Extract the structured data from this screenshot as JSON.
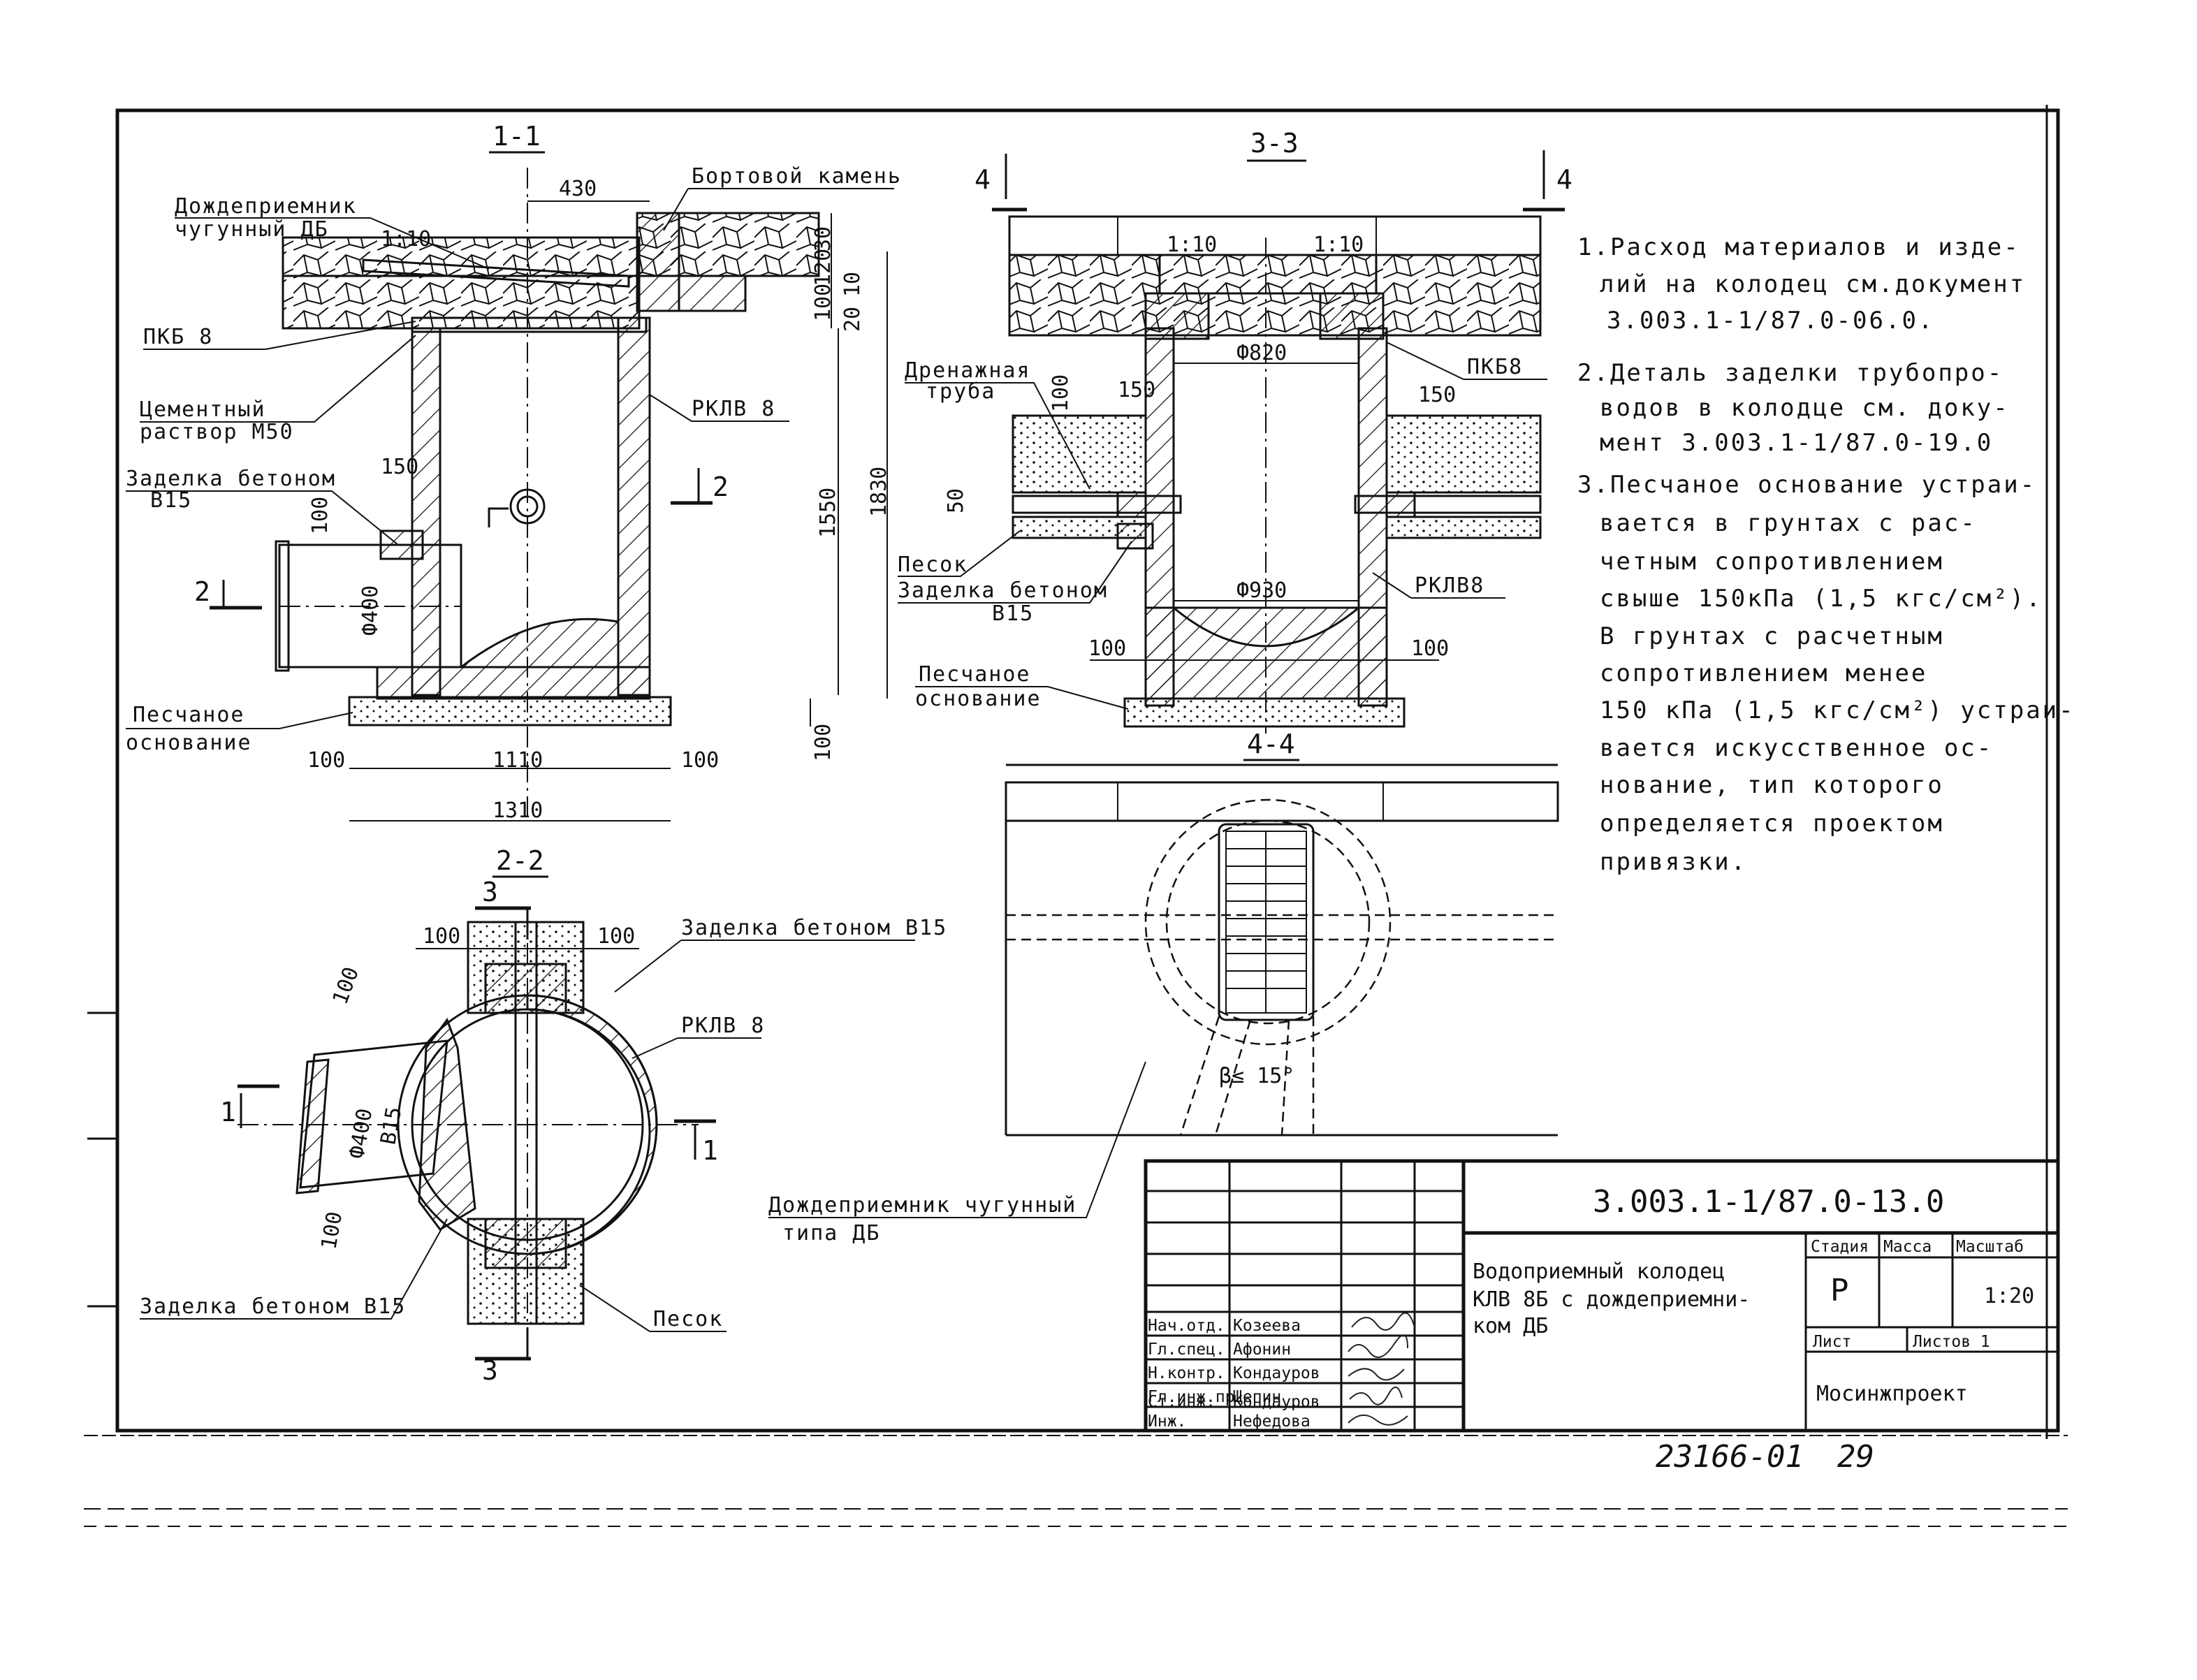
{
  "sections": {
    "s11": "1-1",
    "s22": "2-2",
    "s33": "3-3",
    "s44": "4-4"
  },
  "labels": {
    "inlet_db": "Дождеприемник",
    "inlet_db_2": "чугунный ДБ",
    "curb": "Бортовой камень",
    "pkb8_a": "ПКБ 8",
    "pkb8_b": "ПКБ8",
    "mortar_1": "Цементный",
    "mortar_2": "раствор М50",
    "concrete_seal_1": "Заделка бетоном",
    "concrete_seal_1b": "В15",
    "rklv8_a": "РКЛВ 8",
    "rklv8_b": "РКЛВ8",
    "rklv8_c": "РКЛВ 8",
    "sand_base_1": "Песчаное",
    "sand_base_2": "основание",
    "drain_1": "Дренажная",
    "drain_2": "труба",
    "sand": "Песок",
    "concrete_seal_2": "Заделка бетоном",
    "concrete_seal_2b": "В15",
    "sand_base_3": "Песчаное",
    "sand_base_4": "основание",
    "concrete_seal_3": "Заделка бетоном В15",
    "concrete_seal_4": "Заделка бетоном В15",
    "sand_2": "Песок",
    "inlet_type_1": "Дождеприемник чугунный",
    "inlet_type_2": "типа ДБ",
    "mark_2": "2",
    "mark_2b": "2",
    "mark_3": "3",
    "mark_3b": "3",
    "mark_4": "4",
    "mark_4b": "4",
    "mark_1": "1",
    "mark_1b": "1"
  },
  "dims": {
    "d430": "430",
    "slope1": "1:10",
    "slope2": "1:10",
    "slope3": "1:10",
    "d30": "30",
    "d120": "120",
    "d100a": "100",
    "d10": "10",
    "d20": "20",
    "d150a": "150",
    "d100b": "100",
    "phi400a": "Ф400",
    "d1550": "1550",
    "d1830": "1830",
    "d100c": "100",
    "d100d": "100",
    "d1110": "1110",
    "d100e": "100",
    "d1310": "1310",
    "phi820": "Ф820",
    "d150b": "150",
    "d150c": "150",
    "d100f": "100",
    "d50": "50",
    "phi930": "Ф930",
    "d100g": "100",
    "d100h": "100",
    "d100i": "100",
    "d100j": "100",
    "d100k": "100",
    "phi400b": "Ф400",
    "d100l": "100",
    "b15": "В15",
    "angle": "β≤ 15°"
  },
  "notes": [
    "1.Расход материалов и изде-",
    "лий на колодец см.документ",
    "3.003.1-1/87.0-06.0.",
    "2.Деталь заделки трубопро-",
    "водов в колодце см. доку-",
    "мент 3.003.1-1/87.0-19.0",
    "3.Песчаное основание устраи-",
    "вается в грунтах с рас-",
    "четным сопротивлением",
    "свыше 150кПа (1,5 кгс/см²).",
    "В грунтах с расчетным",
    "сопротивлением менее",
    "150 кПа (1,5 кгс/см²) устраи-",
    "вается искусственное ос-",
    "нование, тип которого",
    "определяется проектом",
    "привязки."
  ],
  "title_block": {
    "doc_code": "3.003.1-1/87.0-13.0",
    "title": [
      "Водоприемный колодец",
      "КЛВ 8Б с дождеприемни-",
      "ком ДБ"
    ],
    "stage_h": "Стадия",
    "mass_h": "Масса",
    "scale_h": "Масштаб",
    "stage": "Р",
    "scale": "1:20",
    "sheet": "Лист",
    "sheets": "Листов 1",
    "org": "Мосинжпроект",
    "roles": [
      {
        "role": "Нач.отд.",
        "name": "Козеева"
      },
      {
        "role": "Гл.спец.",
        "name": "Афонин"
      },
      {
        "role": "Н.контр.",
        "name": "Кондауров"
      },
      {
        "role": "Гл.инж.пр",
        "name": "Щепин"
      },
      {
        "role": "Ст.инж.",
        "name": "Кондауров"
      },
      {
        "role": "Инж.",
        "name": "Нефедова"
      }
    ]
  },
  "footer": {
    "archive": "23166-01",
    "page": "29"
  }
}
